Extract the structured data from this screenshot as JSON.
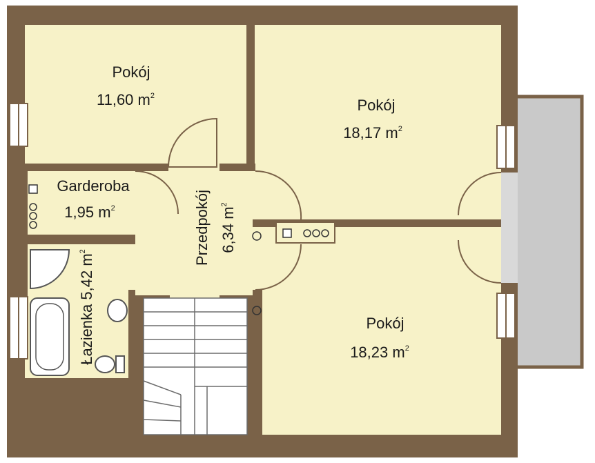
{
  "colors": {
    "wall": "#7a6248",
    "floor": "#f7f2c8",
    "terrace": "#c9c9c9",
    "stair_line": "#6b6b6b",
    "window_frame": "#ffffff",
    "label": "#1a1a1a"
  },
  "rooms": {
    "pokoj_top_left": {
      "name": "Pokój",
      "area": "11,60 m",
      "unit_sup": "2"
    },
    "pokoj_top_right": {
      "name": "Pokój",
      "area": "18,17 m",
      "unit_sup": "2"
    },
    "pokoj_bottom_right": {
      "name": "Pokój",
      "area": "18,23 m",
      "unit_sup": "2"
    },
    "garderoba": {
      "name": "Garderoba",
      "area": "1,95 m",
      "unit_sup": "2"
    },
    "przedpokoj": {
      "name": "Przedpokój",
      "area": "6,34 m",
      "unit_sup": "2"
    },
    "lazienka": {
      "name": "Łazienka 5,42 m",
      "unit_sup": "2"
    }
  }
}
